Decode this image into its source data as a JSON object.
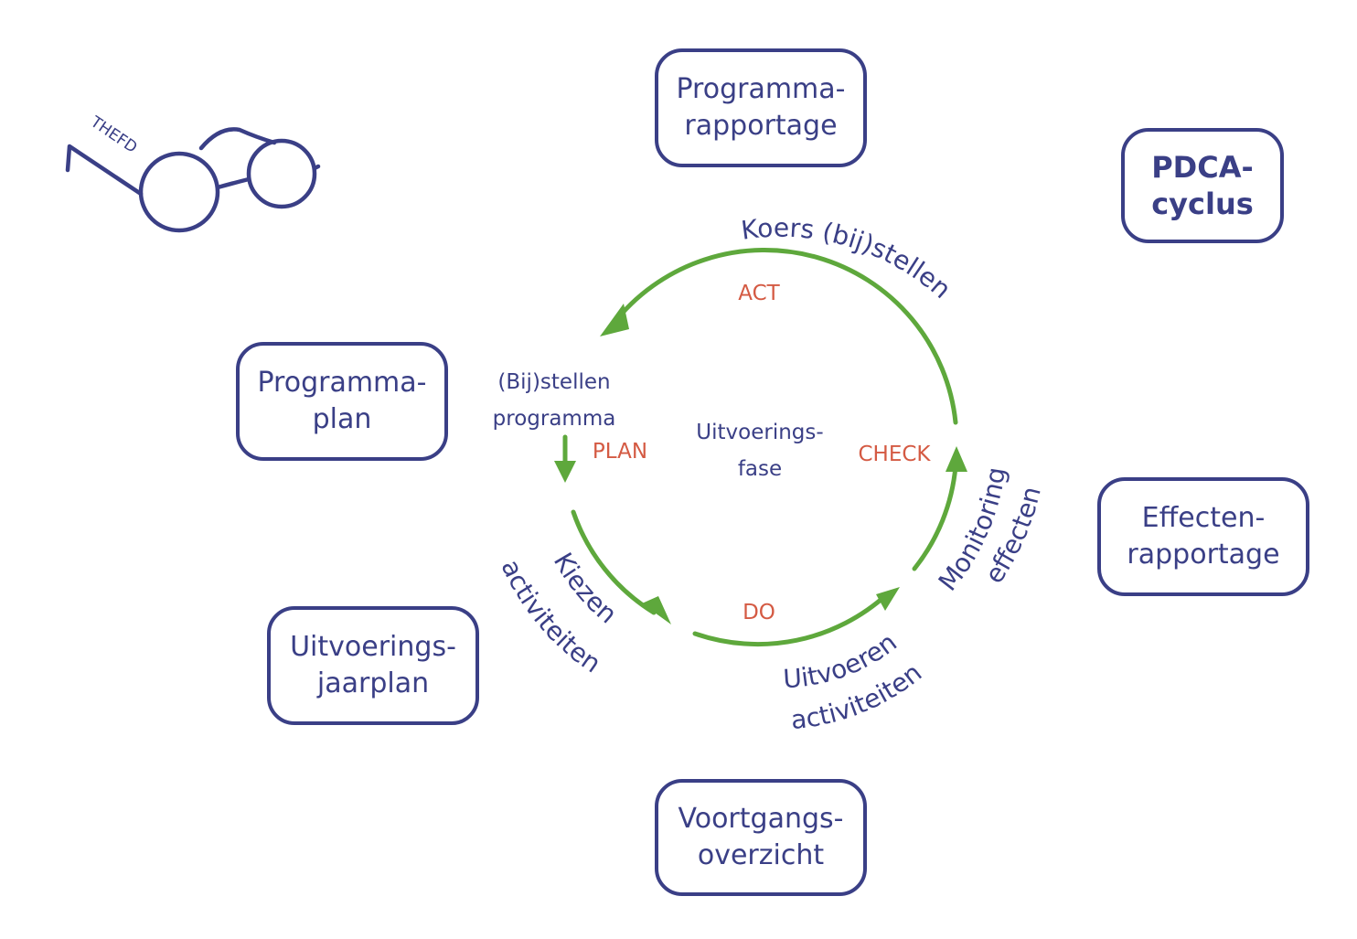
{
  "cards": {
    "programma_rapportage": [
      "Programma-",
      "rapportage"
    ],
    "pdca_cyclus": [
      "PDCA-",
      "cyclus"
    ],
    "programma_plan": [
      "Programma-",
      "plan"
    ],
    "effecten_rapportage": [
      "Effecten-",
      "rapportage"
    ],
    "uitvoerings_jaarplan": [
      "Uitvoerings-",
      "jaarplan"
    ],
    "voortgangs_overzicht": [
      "Voortgangs-",
      "overzicht"
    ]
  },
  "glasses": {
    "brand": "THEFD"
  },
  "cycle": {
    "phases": {
      "act": "ACT",
      "plan": "PLAN",
      "check": "CHECK",
      "do": "DO"
    },
    "center": [
      "Uitvoerings-",
      "fase"
    ],
    "bijstellen": [
      "(Bij)stellen",
      "programma"
    ],
    "koers": "Koers (bij)stellen",
    "monitoring": [
      "Monitoring",
      "effecten"
    ],
    "uitvoeren": [
      "Uitvoeren",
      "activiteiten"
    ],
    "kiezen": [
      "Kiezen",
      "activiteiten"
    ]
  },
  "colors": {
    "navy": "#3a3f86",
    "green": "#5ea83c",
    "red": "#d45a43"
  }
}
